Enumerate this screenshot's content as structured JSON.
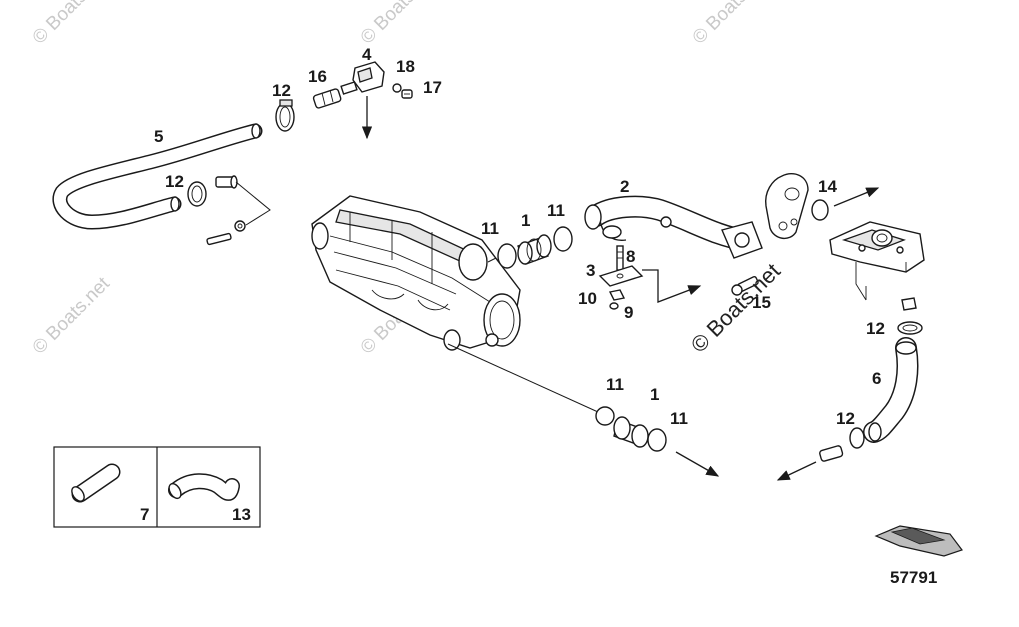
{
  "figure_number": "57791",
  "watermarks": {
    "copyright_symbol": "©",
    "text": "Boats.net"
  },
  "watermark_main": "© Boats.net",
  "callouts": {
    "c1a": "1",
    "c1b": "1",
    "c2": "2",
    "c3": "3",
    "c4": "4",
    "c5": "5",
    "c6": "6",
    "c7": "7",
    "c8": "8",
    "c9": "9",
    "c10": "10",
    "c11a": "11",
    "c11b": "11",
    "c11c": "11",
    "c11d": "11",
    "c12a": "12",
    "c12b": "12",
    "c12c": "12",
    "c12d": "12",
    "c13": "13",
    "c14": "14",
    "c15": "15",
    "c16": "16",
    "c17": "17",
    "c18": "18"
  },
  "colors": {
    "ink": "#1a1a1a",
    "watermark": "#c9c9c9",
    "fill_gray": "#e6e6e6"
  }
}
